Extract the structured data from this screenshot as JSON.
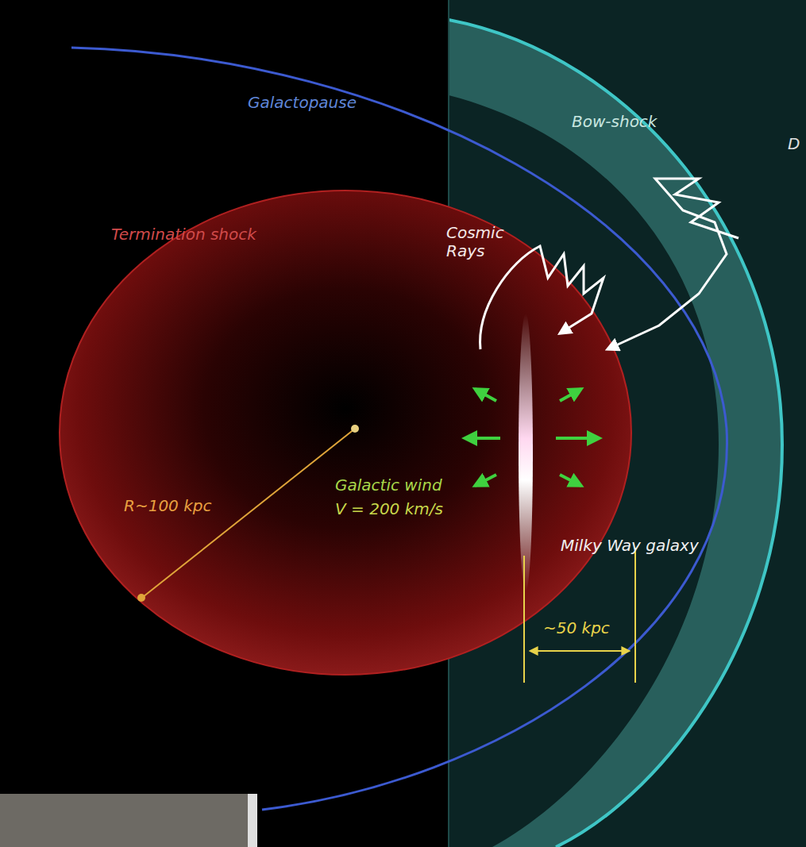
{
  "diagram": {
    "labels": [
      "Galactopause",
      "Bow-shock",
      "D",
      "Termination shock",
      "Cosmic Rays",
      "R~100 kpc",
      "Galactic wind",
      "V = 200 km/s",
      "Milky Way galaxy",
      "~50 kpc"
    ]
  }
}
